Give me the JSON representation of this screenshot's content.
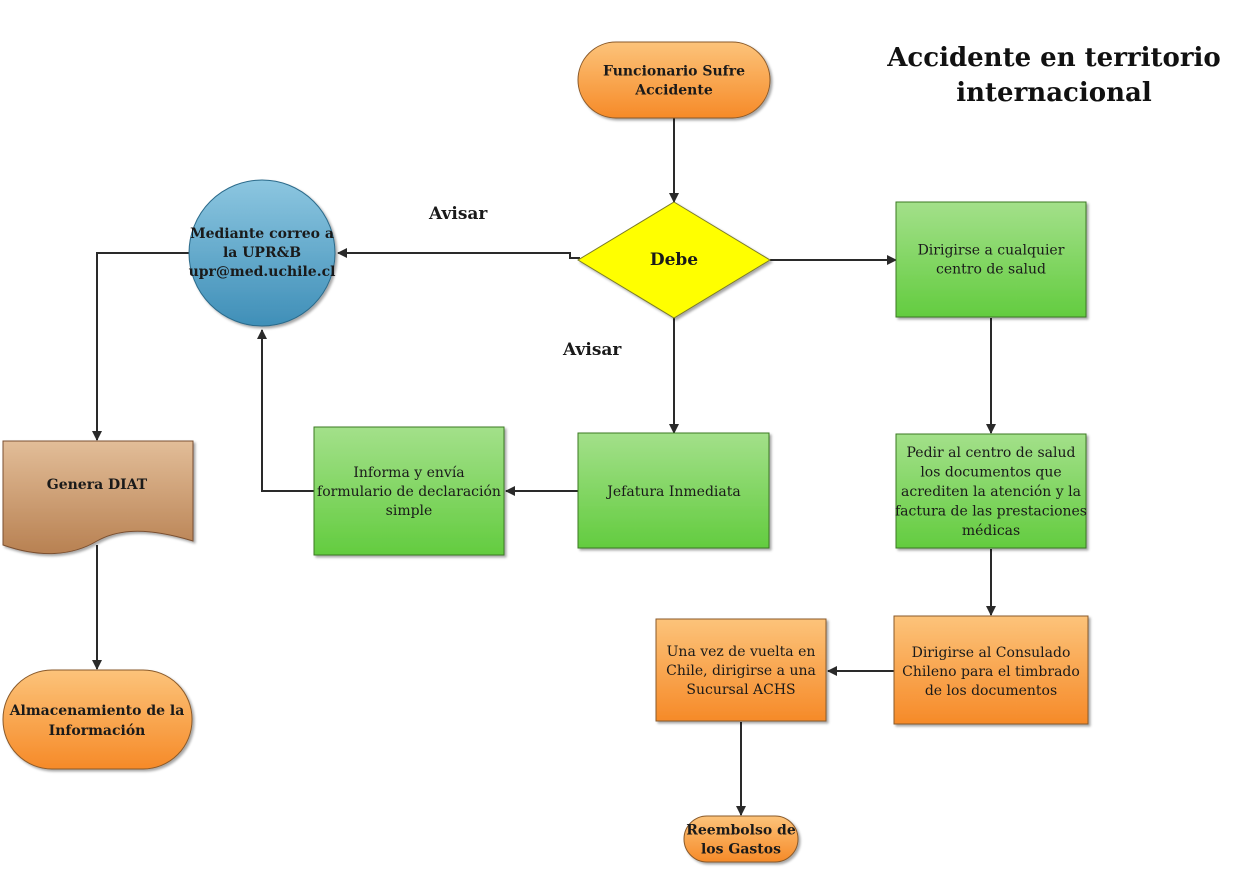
{
  "title": {
    "line1": "Accidente en territorio",
    "line2": "internacional"
  },
  "nodes": {
    "start": {
      "lines": [
        "Funcionario Sufre",
        "Accidente"
      ]
    },
    "decision": {
      "lines": [
        "Debe"
      ]
    },
    "email": {
      "lines": [
        "Mediante correo a",
        "la UPR&B",
        "upr@med.uchile.cl"
      ]
    },
    "health": {
      "lines": [
        "Dirigirse  a cualquier",
        "centro de salud"
      ]
    },
    "boss": {
      "lines": [
        "Jefatura Inmediata"
      ]
    },
    "form": {
      "lines": [
        "Informa y envía",
        "formulario de declaración",
        "simple"
      ]
    },
    "diat": {
      "lines": [
        "Genera DIAT"
      ]
    },
    "docs": {
      "lines": [
        "Pedir al centro de salud",
        "los documentos que",
        "acrediten la atención y la",
        "factura de las prestaciones",
        "médicas"
      ]
    },
    "consulate": {
      "lines": [
        "Dirigirse al Consulado",
        "Chileno para el timbrado",
        "de los documentos"
      ]
    },
    "achs": {
      "lines": [
        "Una vez de vuelta en",
        "Chile, dirigirse a una",
        "Sucursal ACHS"
      ]
    },
    "storage": {
      "lines": [
        "Almacenamiento de la",
        "Información"
      ]
    },
    "refund": {
      "lines": [
        "Reembolso de",
        "los Gastos"
      ]
    }
  },
  "edge_labels": {
    "avisar_top": "Avisar",
    "avisar_bottom": "Avisar"
  },
  "colors": {
    "orange": "#f7953a",
    "orange_light": "#fbc47f",
    "green": "#6fd24d",
    "green_light": "#9fe07f",
    "yellow": "#ffff00",
    "blue": "#5aa5c8",
    "brown": "#c99462",
    "brown_light": "#ddb48e"
  }
}
